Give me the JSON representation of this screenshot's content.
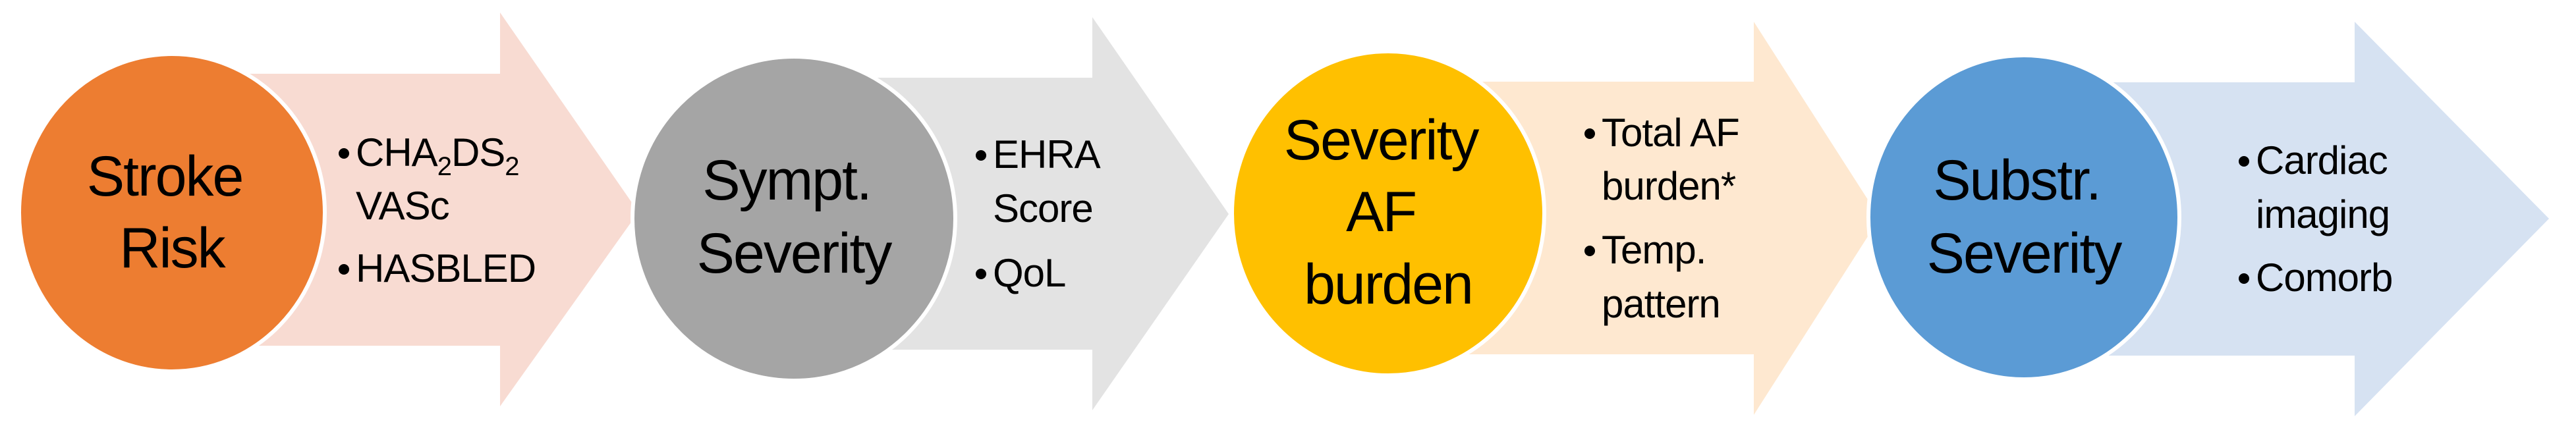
{
  "stages": [
    {
      "title_lines": [
        "Stroke",
        "Risk"
      ],
      "circle_color": "#ED7D31",
      "arrow_color": "#F8DBD2",
      "bullets": [
        {
          "lines": [
            [
              "CHA",
              "2",
              "DS",
              "2"
            ],
            [
              "VASc"
            ]
          ]
        },
        {
          "lines": [
            [
              "HASBLED"
            ]
          ]
        }
      ]
    },
    {
      "title_lines": [
        "Sympt.",
        "Severity"
      ],
      "circle_color": "#A5A5A5",
      "arrow_color": "#E3E3E3",
      "bullets": [
        {
          "lines": [
            [
              "EHRA"
            ],
            [
              "Score"
            ]
          ]
        },
        {
          "lines": [
            [
              "QoL"
            ]
          ]
        }
      ]
    },
    {
      "title_lines": [
        "Severity",
        "AF",
        "burden"
      ],
      "circle_color": "#FFC000",
      "arrow_color": "#FEE8D0",
      "bullets": [
        {
          "lines": [
            [
              "Total AF"
            ],
            [
              "burden*"
            ]
          ]
        },
        {
          "lines": [
            [
              "Temp."
            ],
            [
              "pattern"
            ]
          ]
        }
      ]
    },
    {
      "title_lines": [
        "Substr.",
        "Severity"
      ],
      "circle_color": "#5B9BD5",
      "arrow_color": "#D6E2F2",
      "bullets": [
        {
          "lines": [
            [
              "Cardiac"
            ],
            [
              "imaging"
            ]
          ]
        },
        {
          "lines": [
            [
              "Comorb"
            ]
          ]
        }
      ]
    }
  ]
}
